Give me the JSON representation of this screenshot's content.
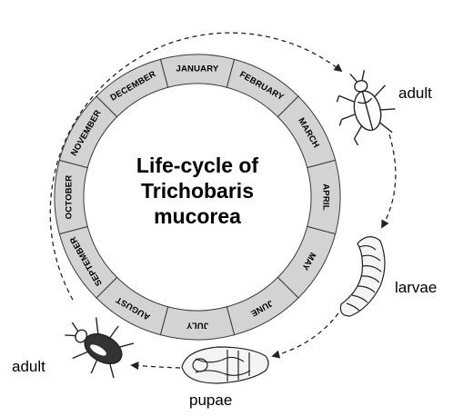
{
  "title_lines": [
    "Life-cycle of",
    "Trichobaris",
    "mucorea"
  ],
  "months": [
    "JANUARY",
    "FEBRUARY",
    "MARCH",
    "APRIL",
    "MAY",
    "JUNE",
    "JULY",
    "AUGUST",
    "SEPTEMBER",
    "OCTOBER",
    "NOVEMBER",
    "DECEMBER"
  ],
  "stages": {
    "adult_top": "adult",
    "larvae": "larvae",
    "pupae": "pupae",
    "adult_bottom": "adult"
  },
  "colors": {
    "ring_fill": "#d3d3d3",
    "stroke": "#3a3a3a",
    "arrow": "#222222"
  }
}
